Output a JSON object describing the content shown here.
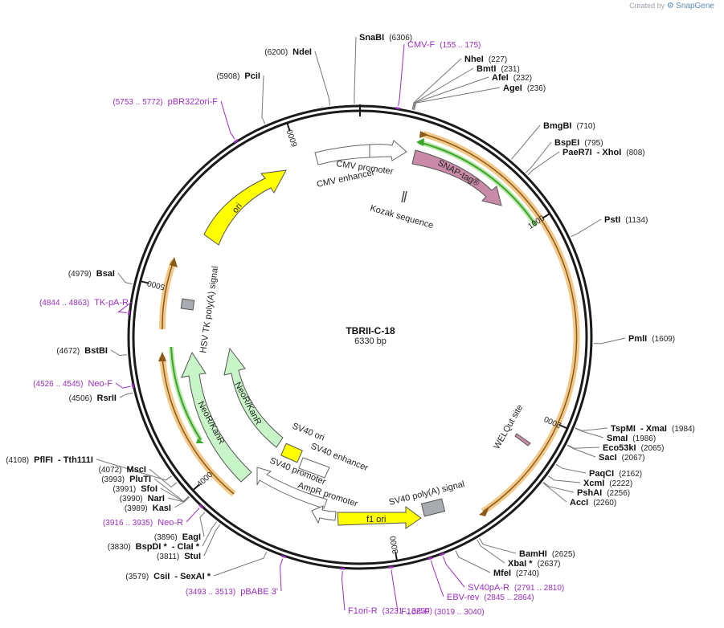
{
  "watermark": {
    "prefix": "Created by",
    "brand": "SnapGene"
  },
  "plasmid": {
    "name": "TBRII-C-18",
    "size_label": "6330 bp",
    "length": 6330
  },
  "ticks": [
    {
      "pos": 1000,
      "label": "1000"
    },
    {
      "pos": 2000,
      "label": "2000"
    },
    {
      "pos": 3000,
      "label": "3000"
    },
    {
      "pos": 4000,
      "label": "4000"
    },
    {
      "pos": 5000,
      "label": "5000"
    },
    {
      "pos": 6000,
      "label": "6000"
    }
  ],
  "sites": [
    {
      "name": "SnaBI",
      "pos": "(6306)",
      "bp": 6306
    },
    {
      "name": "NdeI",
      "pos": "(6200)",
      "bp": 6200
    },
    {
      "name": "PciI",
      "pos": "(5908)",
      "bp": 5908
    },
    {
      "name": "NheI",
      "pos": "(227)",
      "bp": 227
    },
    {
      "name": "BmtI",
      "pos": "(231)",
      "bp": 231
    },
    {
      "name": "AfeI",
      "pos": "(232)",
      "bp": 232
    },
    {
      "name": "AgeI",
      "pos": "(236)",
      "bp": 236
    },
    {
      "name": "BmgBI",
      "pos": "(710)",
      "bp": 710
    },
    {
      "name": "BspEI",
      "pos": "(795)",
      "bp": 795
    },
    {
      "name": "PaeR7I",
      "extra": "- XhoI",
      "pos": "(808)",
      "bp": 808
    },
    {
      "name": "PstI",
      "pos": "(1134)",
      "bp": 1134
    },
    {
      "name": "PmlI",
      "pos": "(1609)",
      "bp": 1609
    },
    {
      "name": "TspMI",
      "extra": "- XmaI",
      "pos": "(1984)",
      "bp": 1984
    },
    {
      "name": "SmaI",
      "pos": "(1986)",
      "bp": 1986
    },
    {
      "name": "Eco53kI",
      "pos": "(2065)",
      "bp": 2065
    },
    {
      "name": "SacI",
      "pos": "(2067)",
      "bp": 2067
    },
    {
      "name": "PaqCI",
      "pos": "(2162)",
      "bp": 2162
    },
    {
      "name": "XcmI",
      "pos": "(2222)",
      "bp": 2222
    },
    {
      "name": "PshAI",
      "pos": "(2256)",
      "bp": 2256
    },
    {
      "name": "AccI",
      "pos": "(2260)",
      "bp": 2260
    },
    {
      "name": "BamHI",
      "pos": "(2625)",
      "bp": 2625
    },
    {
      "name": "XbaI *",
      "pos": "(2637)",
      "bp": 2637
    },
    {
      "name": "MfeI",
      "pos": "(2740)",
      "bp": 2740
    },
    {
      "name": "CsiI",
      "extra": "- SexAI *",
      "pos": "(3579)",
      "bp": 3579
    },
    {
      "name": "StuI",
      "pos": "(3811)",
      "bp": 3811
    },
    {
      "name": "BspDI *",
      "extra": "- ClaI *",
      "pos": "(3830)",
      "bp": 3830
    },
    {
      "name": "EagI",
      "pos": "(3896)",
      "bp": 3896
    },
    {
      "name": "KasI",
      "pos": "(3989)",
      "bp": 3989
    },
    {
      "name": "NarI",
      "pos": "(3990)",
      "bp": 3990
    },
    {
      "name": "SfoI",
      "pos": "(3991)",
      "bp": 3991
    },
    {
      "name": "PluTI",
      "pos": "(3993)",
      "bp": 3993
    },
    {
      "name": "MscI",
      "pos": "(4072)",
      "bp": 4072
    },
    {
      "name": "PflFI",
      "extra": "- Tth111I",
      "pos": "(4108)",
      "bp": 4108
    },
    {
      "name": "RsrII",
      "pos": "(4506)",
      "bp": 4506
    },
    {
      "name": "BstBI",
      "pos": "(4672)",
      "bp": 4672
    },
    {
      "name": "BsaI",
      "pos": "(4979)",
      "bp": 4979
    }
  ],
  "primers": [
    {
      "name": "CMV-F",
      "pos": "(155 .. 175)",
      "bp": 165
    },
    {
      "name": "pBR322ori-F",
      "pos": "(5753 .. 5772)",
      "bp": 5762
    },
    {
      "name": "TK-pA-R",
      "pos": "(4844 .. 4863)",
      "bp": 4853
    },
    {
      "name": "Neo-F",
      "pos": "(4526 .. 4545)",
      "bp": 4535
    },
    {
      "name": "Neo-R",
      "pos": "(3916 .. 3935)",
      "bp": 3925
    },
    {
      "name": "pBABE 3'",
      "pos": "(3493 .. 3513)",
      "bp": 3503
    },
    {
      "name": "F1ori-R",
      "pos": "(3231 .. 3250)",
      "bp": 3240
    },
    {
      "name": "F1ori-F",
      "pos": "(3019 .. 3040)",
      "bp": 3030
    },
    {
      "name": "EBV-rev",
      "pos": "(2845 .. 2864)",
      "bp": 2855
    },
    {
      "name": "SV40pA-R",
      "pos": "(2791 .. 2810)",
      "bp": 2800
    }
  ],
  "features": [
    {
      "name": "CMV promoter"
    },
    {
      "name": "CMV enhancer"
    },
    {
      "name": "SNAP-tag®"
    },
    {
      "name": "Kozak sequence"
    },
    {
      "name": "ori"
    },
    {
      "name": "HSV TK poly(A) signal"
    },
    {
      "name": "NeoR/KanR"
    },
    {
      "name": "NeoR/KanR"
    },
    {
      "name": "SV40 ori"
    },
    {
      "name": "SV40 enhancer"
    },
    {
      "name": "SV40 promoter"
    },
    {
      "name": "AmpR promoter"
    },
    {
      "name": "f1 ori"
    },
    {
      "name": "SV40 poly(A) signal"
    },
    {
      "name": "WELQut site"
    }
  ],
  "colors": {
    "backbone": "#1a1a1a",
    "primer": "#9b2fc0",
    "orange_highlight": "#f3c98b",
    "ori": "#ffff00",
    "snap": "#c98aa8",
    "neo": "#c8f5c8",
    "gray_box": "#a8acb0",
    "green_line": "#3aa52b",
    "brown_line": "#8a5a18"
  }
}
